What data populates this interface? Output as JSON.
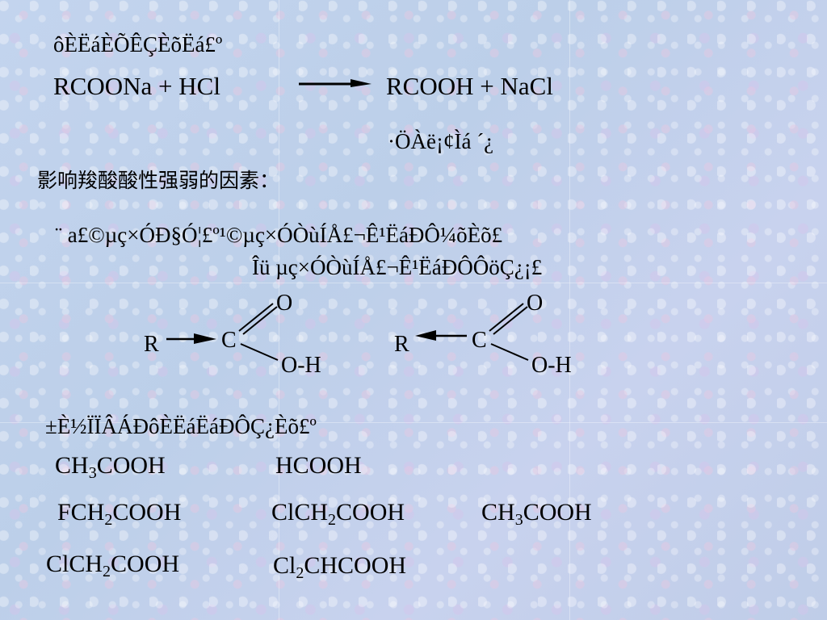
{
  "heading1": "ôÈËáÈÕÊÇÈõËá£º",
  "equation": {
    "left": "RCOONa  +  HCl",
    "right": "RCOOH  +  NaCl"
  },
  "eq_caption": "·ÖÀë¡¢Ìá ´¿",
  "factors_title": "影响羧酸酸性强弱的因素：",
  "factor_line1": "¨ a£©µç×ÓÐ§Ó¦£º¹©µç×ÓÒùÍÅ£¬Ê¹ËáÐÔ¼õÈõ£",
  "factor_line2": "Îü µç×ÓÒùÍÅ£¬Ê¹ËáÐÔÔöÇ¿¡£",
  "struct": {
    "R": "R",
    "C": "C",
    "O": "O",
    "OH": "O-H"
  },
  "compare_title": "±È½ÏÏÂÁÐôÈËáËáÐÔÇ¿Èõ£º",
  "formulas": {
    "row1": [
      {
        "pre": "CH",
        "sub": "3",
        "post": "COOH"
      },
      {
        "pre": "HCOOH",
        "sub": "",
        "post": ""
      }
    ],
    "row2": [
      {
        "pre": "FCH",
        "sub": "2",
        "post": "COOH"
      },
      {
        "pre": "ClCH",
        "sub": "2",
        "post": "COOH"
      },
      {
        "pre": "CH",
        "sub": "3",
        "post": "COOH"
      }
    ],
    "row3": [
      {
        "pre": "ClCH",
        "sub": "2",
        "post": "COOH"
      },
      {
        "pre": "Cl",
        "sub": "2",
        "post": "CHCOOH"
      }
    ]
  },
  "colors": {
    "background": "#bcd0ec",
    "text": "#000000"
  }
}
